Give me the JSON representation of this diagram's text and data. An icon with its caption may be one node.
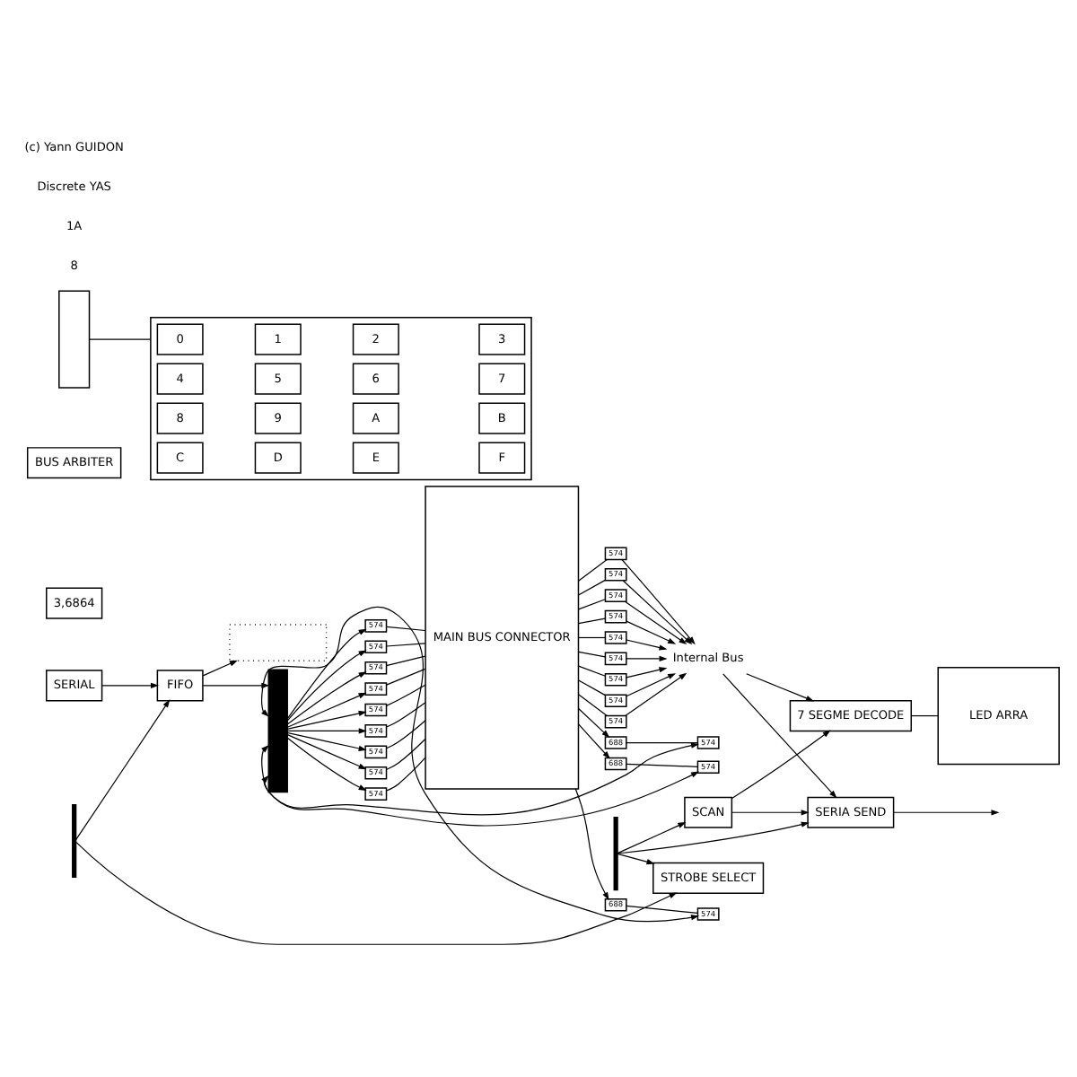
{
  "diagram": {
    "nodes": [
      {
        "text": [
          "SERIA SEND"
        ]
      },
      {
        "text": [
          "3,6864"
        ]
      },
      {
        "text": [
          "BUS ARBITER"
        ]
      },
      {
        "text": [
          "STROBE SELECT"
        ]
      },
      {
        "text": [
          "SERIAL"
        ]
      },
      {
        "text": [
          "SCAN"
        ]
      },
      {
        "text": [
          "7 SEGME DECODE"
        ]
      },
      {
        "text": [
          "MAIN BUS CONNECTOR"
        ]
      },
      {
        "text": [],
        "shape": "box"
      },
      {
        "text": [
          "FIFO"
        ]
      },
      {
        "text": [
          "Internal Bus"
        ]
      },
      {
        "text": [
          "LED ARRA"
        ]
      },
      {
        "text": [],
        "shape": "box"
      },
      {
        "text": [],
        "shape": "box"
      },
      {
        "text": [
          "0"
        ],
        "in": 13
      },
      {
        "text": [
          "1"
        ],
        "in": 13
      },
      {
        "text": [
          "2"
        ],
        "in": 13
      },
      {
        "text": [
          "3"
        ],
        "in": 13
      },
      {
        "text": [
          "4"
        ],
        "in": 13
      },
      {
        "text": [
          "5"
        ],
        "in": 13
      },
      {
        "text": [
          "6"
        ],
        "in": 13
      },
      {
        "text": [
          "7"
        ],
        "in": 13
      },
      {
        "text": [
          "8"
        ],
        "in": 13
      },
      {
        "text": [
          "9"
        ],
        "in": 13
      },
      {
        "text": [
          "A"
        ],
        "in": 13
      },
      {
        "text": [
          "B"
        ],
        "in": 13
      },
      {
        "text": [
          "C"
        ],
        "in": 13
      },
      {
        "text": [
          "D"
        ],
        "in": 13
      },
      {
        "text": [
          "E"
        ],
        "in": 13
      },
      {
        "text": [
          "F"
        ],
        "in": 13
      },
      {
        "text": [
          "688"
        ]
      },
      {
        "text": [
          "688"
        ]
      },
      {
        "text": [
          "688"
        ]
      },
      {
        "text": [
          "574"
        ]
      },
      {
        "text": [
          "574"
        ]
      },
      {
        "text": [
          "574"
        ]
      },
      {
        "text": [
          "574"
        ]
      },
      {
        "text": [
          "574"
        ]
      },
      {
        "text": [
          "574"
        ]
      },
      {
        "text": [
          "574"
        ]
      },
      {
        "text": [
          "574"
        ]
      },
      {
        "text": [
          "574"
        ]
      },
      {
        "text": [
          "574"
        ]
      },
      {
        "text": [
          "574"
        ]
      },
      {
        "text": [
          "574"
        ]
      },
      {
        "text": [
          "574"
        ]
      },
      {
        "text": [
          "574"
        ]
      },
      {
        "text": [
          "574"
        ]
      },
      {
        "text": [
          "574"
        ]
      },
      {
        "text": [
          "574"
        ]
      },
      {
        "text": [
          "574"
        ]
      },
      {
        "text": [
          "574"
        ]
      },
      {
        "text": [
          "574"
        ]
      },
      {
        "text": [
          "574"
        ]
      },
      {
        "text": [],
        "shape": "bar"
      },
      {
        "text": [],
        "shape": "bar"
      },
      {
        "text": [],
        "shape": "bar"
      }
    ],
    "edges": [
      {
        "from": 0,
        "to": null,
        "arrow": "to"
      },
      {
        "from": 55,
        "to": 0,
        "arrow": "to"
      },
      {
        "from": 55,
        "to": 5,
        "arrow": "to"
      },
      {
        "from": 55,
        "to": 3,
        "arrow": "to"
      },
      {
        "from": 56,
        "to": 3,
        "arrow": "to"
      },
      {
        "from": 56,
        "to": 9,
        "arrow": "to"
      },
      {
        "from": 4,
        "to": 9,
        "arrow": "to"
      },
      {
        "from": 5,
        "to": 0,
        "arrow": "to"
      },
      {
        "from": 5,
        "to": 6,
        "arrow": "to"
      },
      {
        "from": 10,
        "to": 0,
        "arrow": "to"
      },
      {
        "from": 10,
        "to": 6,
        "arrow": "to"
      },
      {
        "from": 6,
        "to": 11,
        "arrow": "none"
      },
      {
        "from": 12,
        "to": 13,
        "arrow": "none"
      },
      {
        "from": 9,
        "to": 8,
        "arrow": "to"
      },
      {
        "from": 9,
        "to": 54,
        "arrow": "to"
      },
      {
        "from": 7,
        "to": 30,
        "arrow": "to"
      },
      {
        "from": 30,
        "to": 33,
        "arrow": "none"
      },
      {
        "from": 33,
        "to": 54,
        "arrow": "both"
      },
      {
        "from": 54,
        "to": 36,
        "arrow": "to"
      },
      {
        "from": 36,
        "to": 7,
        "arrow": "none"
      },
      {
        "from": 7,
        "to": 31,
        "arrow": "to"
      },
      {
        "from": 31,
        "to": 34,
        "arrow": "none"
      },
      {
        "from": 34,
        "to": 54,
        "arrow": "both"
      },
      {
        "from": 54,
        "to": 37,
        "arrow": "to"
      },
      {
        "from": 37,
        "to": 7,
        "arrow": "none"
      },
      {
        "from": 7,
        "to": 32,
        "arrow": "to"
      },
      {
        "from": 32,
        "to": 35,
        "arrow": "none"
      },
      {
        "from": 35,
        "to": 54,
        "arrow": "both"
      },
      {
        "from": 54,
        "to": 38,
        "arrow": "to"
      },
      {
        "from": 38,
        "to": 7,
        "arrow": "none"
      },
      {
        "from": 54,
        "to": 39,
        "arrow": "to"
      },
      {
        "from": 39,
        "to": 7,
        "arrow": "none"
      },
      {
        "from": 54,
        "to": 40,
        "arrow": "to"
      },
      {
        "from": 40,
        "to": 7,
        "arrow": "none"
      },
      {
        "from": 54,
        "to": 41,
        "arrow": "to"
      },
      {
        "from": 41,
        "to": 7,
        "arrow": "none"
      },
      {
        "from": 54,
        "to": 42,
        "arrow": "to"
      },
      {
        "from": 42,
        "to": 7,
        "arrow": "none"
      },
      {
        "from": 54,
        "to": 43,
        "arrow": "to"
      },
      {
        "from": 43,
        "to": 7,
        "arrow": "none"
      },
      {
        "from": 54,
        "to": 44,
        "arrow": "to"
      },
      {
        "from": 44,
        "to": 7,
        "arrow": "none"
      },
      {
        "from": 7,
        "to": 45,
        "arrow": "none"
      },
      {
        "from": 45,
        "to": 10,
        "arrow": "to"
      },
      {
        "from": 7,
        "to": 46,
        "arrow": "none"
      },
      {
        "from": 46,
        "to": 10,
        "arrow": "to"
      },
      {
        "from": 7,
        "to": 47,
        "arrow": "none"
      },
      {
        "from": 47,
        "to": 10,
        "arrow": "to"
      },
      {
        "from": 7,
        "to": 48,
        "arrow": "none"
      },
      {
        "from": 48,
        "to": 10,
        "arrow": "to"
      },
      {
        "from": 7,
        "to": 49,
        "arrow": "none"
      },
      {
        "from": 49,
        "to": 10,
        "arrow": "to"
      },
      {
        "from": 7,
        "to": 50,
        "arrow": "none"
      },
      {
        "from": 50,
        "to": 10,
        "arrow": "to"
      },
      {
        "from": 7,
        "to": 51,
        "arrow": "none"
      },
      {
        "from": 51,
        "to": 10,
        "arrow": "to"
      },
      {
        "from": 7,
        "to": 52,
        "arrow": "none"
      },
      {
        "from": 52,
        "to": 10,
        "arrow": "to"
      },
      {
        "from": 7,
        "to": 53,
        "arrow": "none"
      },
      {
        "from": 53,
        "to": 10,
        "arrow": "to"
      }
    ],
    "labels": [
      "8",
      "1A",
      "Discrete YAS",
      "(c) Yann GUIDON"
    ]
  }
}
